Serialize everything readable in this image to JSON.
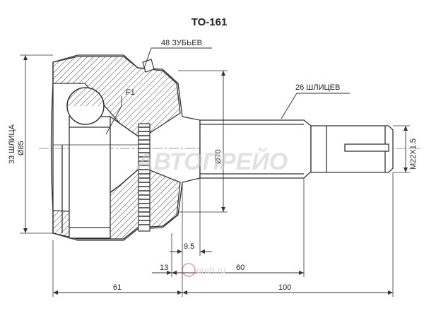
{
  "part_number": "TO-161",
  "labels": {
    "teeth": "48 ЗУБЬЕВ",
    "splines_outer": "26 ШЛИЦЕВ",
    "splines_inner": "33 ШЛИЦА",
    "f1": "F1"
  },
  "dimensions": {
    "outer_diameter": "Ø85",
    "stem_diameter": "Ø70",
    "thread": "M22X1.5",
    "d_9_5": "9.5",
    "d_13": "13",
    "d_60": "60",
    "d_61": "61",
    "d_100": "100"
  },
  "watermark": {
    "brand": "АВТОПРЕЙО",
    "logo_text": "oreh.ru"
  },
  "colors": {
    "line": "#333333",
    "hatch": "#555555",
    "accent": "#e1251b",
    "watermark": "#c9c9c9"
  }
}
